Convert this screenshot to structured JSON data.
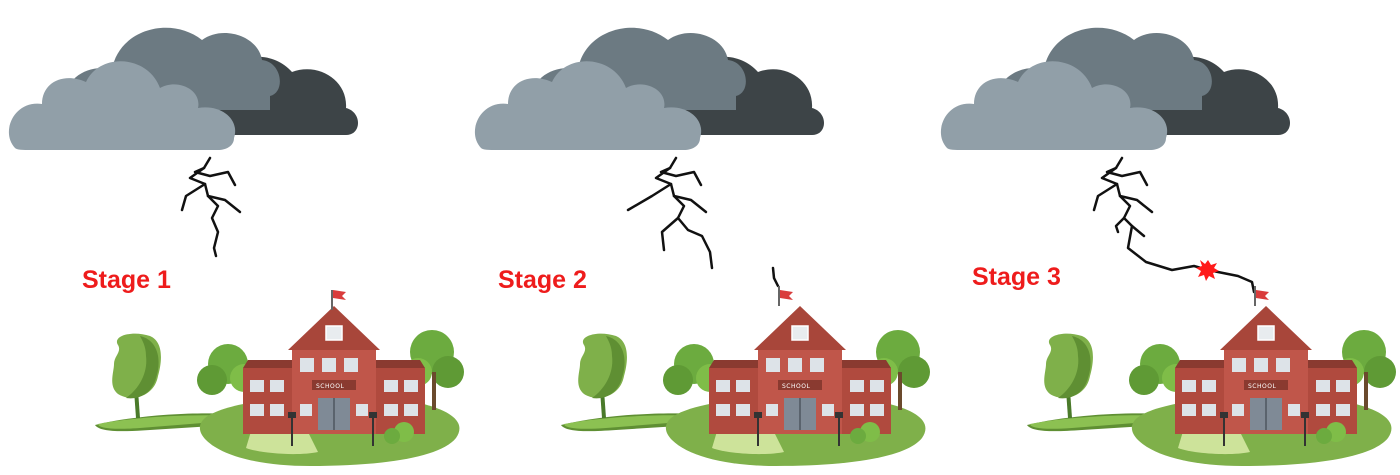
{
  "stages": [
    {
      "label": "Stage 1",
      "sign": "SCHOOL",
      "leader": "descending"
    },
    {
      "label": "Stage 2",
      "sign": "SCHOOL",
      "leader": "upward-streamer"
    },
    {
      "label": "Stage 3",
      "sign": "SCHOOL",
      "leader": "connected"
    }
  ],
  "colors": {
    "label": "#ee1c1c",
    "cloud_light": "#919fa8",
    "cloud_mid": "#6c7a82",
    "cloud_dark": "#3d4447",
    "bolt": "#111111",
    "brick": "#b04a3e",
    "roof": "#a8463a",
    "grass": "#8cc152",
    "tree": "#6cab3f",
    "attach_point": "#ff1a1a"
  },
  "icons": [
    "storm-cloud-icon",
    "lightning-bolt-icon",
    "school-building-icon",
    "tree-icon",
    "flag-icon",
    "street-lamp-icon"
  ]
}
